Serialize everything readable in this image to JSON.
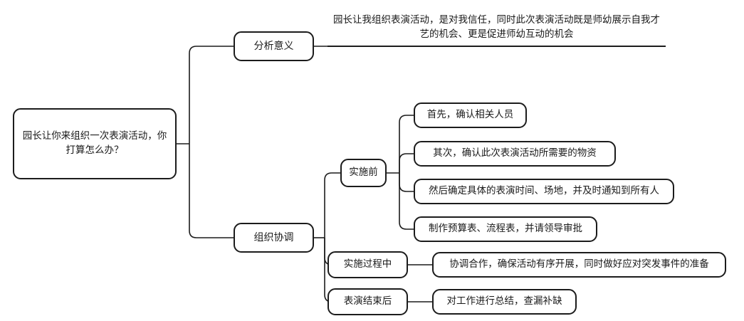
{
  "diagram": {
    "type": "mind-map",
    "title_node": {
      "label": "园长让你来组织一次表演活动，你打算怎么办？",
      "shape": "rounded-rectangle"
    },
    "branches": [
      {
        "label": "分析意义",
        "shape": "rounded-rectangle",
        "children": [
          {
            "label": "园长让我组织表演活动，是对我信任，同时此次表演活动既是师幼展示自我才艺的机会、更是促进师幼互动的机会",
            "shape": "underline"
          }
        ]
      },
      {
        "label": "组织协调",
        "shape": "rounded-rectangle",
        "children": [
          {
            "label": "实施前",
            "shape": "rounded-rectangle",
            "children": [
              {
                "label": "首先，确认相关人员",
                "shape": "rounded-rectangle"
              },
              {
                "label": "其次，确认此次表演活动所需要的物资",
                "shape": "rounded-rectangle"
              },
              {
                "label": "然后确定具体的表演时间、场地，并及时通知到所有人",
                "shape": "rounded-rectangle"
              },
              {
                "label": "制作预算表、流程表，并请领导审批",
                "shape": "rounded-rectangle"
              }
            ]
          },
          {
            "label": "实施过程中",
            "shape": "rounded-rectangle",
            "children": [
              {
                "label": "协调合作，确保活动有序开展，同时做好应对突发事件的准备",
                "shape": "rounded-rectangle"
              }
            ]
          },
          {
            "label": "表演结束后",
            "shape": "rounded-rectangle",
            "children": [
              {
                "label": "对工作进行总结，查漏补缺",
                "shape": "rounded-rectangle"
              }
            ]
          }
        ]
      }
    ],
    "colors": {
      "background": "#ffffff",
      "node_border": "#1c1c1c",
      "node_fill": "#ffffff",
      "text": "#1a1a1a",
      "connector": "#1c1c1c"
    }
  }
}
